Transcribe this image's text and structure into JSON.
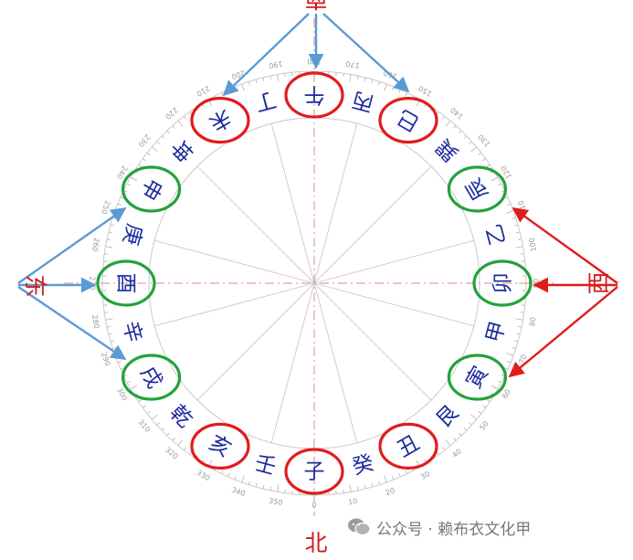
{
  "directions": {
    "south": "南",
    "north": "北",
    "east": "东",
    "west": "西"
  },
  "mountains": [
    "子",
    "癸",
    "丑",
    "艮",
    "寅",
    "甲",
    "卯",
    "乙",
    "辰",
    "巽",
    "巳",
    "丙",
    "午",
    "丁",
    "未",
    "坤",
    "申",
    "庚",
    "酉",
    "辛",
    "戌",
    "乾",
    "亥",
    "壬"
  ],
  "degree_labels": [
    "0",
    "10",
    "20",
    "30",
    "40",
    "50",
    "60",
    "70",
    "80",
    "90",
    "100",
    "110",
    "120",
    "130",
    "140",
    "150",
    "160",
    "170",
    "180",
    "190",
    "200",
    "210",
    "220",
    "230",
    "240",
    "250",
    "260",
    "270",
    "280",
    "290",
    "300",
    "310",
    "320",
    "330",
    "340",
    "350"
  ],
  "highlights": {
    "red_circled": [
      "子",
      "午",
      "丑",
      "巳",
      "未",
      "亥"
    ],
    "green_circled": [
      "卯",
      "酉",
      "辰",
      "寅",
      "申",
      "戌"
    ]
  },
  "colors": {
    "red": "#e21b1b",
    "green": "#23a23a",
    "blue": "#5b9bd5",
    "mountain_text": "#1b2a9e",
    "direction_text": "#d01c1c"
  },
  "watermark": {
    "text": "公众号 · 赖布衣文化甲",
    "icon": "wechat-icon"
  }
}
